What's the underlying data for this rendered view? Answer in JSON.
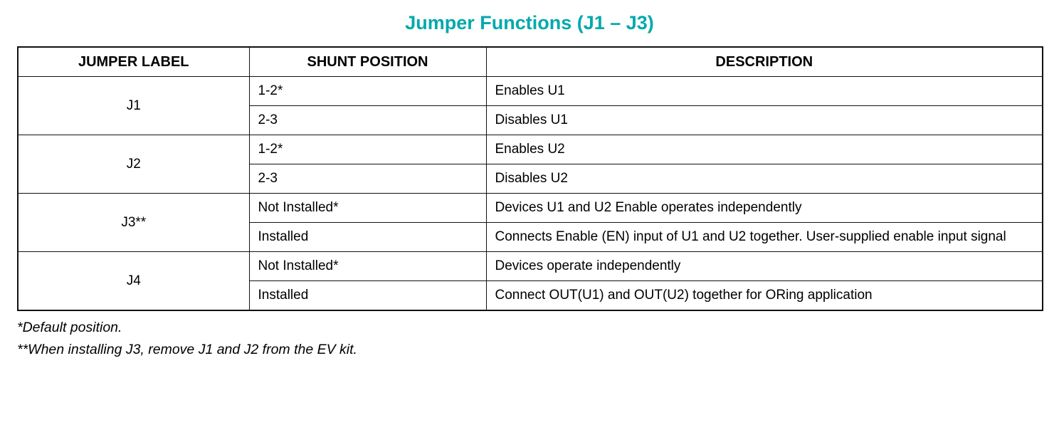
{
  "title": "Jumper Functions (J1 – J3)",
  "colors": {
    "title_accent": "#00A9AC",
    "table_border": "#111111",
    "text": "#000000"
  },
  "table": {
    "headers": [
      "JUMPER LABEL",
      "SHUNT POSITION",
      "DESCRIPTION"
    ],
    "groups": [
      {
        "label": "J1",
        "rows": [
          {
            "shunt": "1-2*",
            "desc": "Enables U1"
          },
          {
            "shunt": "2-3",
            "desc": "Disables U1"
          }
        ]
      },
      {
        "label": "J2",
        "rows": [
          {
            "shunt": "1-2*",
            "desc": "Enables U2"
          },
          {
            "shunt": "2-3",
            "desc": "Disables U2"
          }
        ]
      },
      {
        "label": "J3**",
        "rows": [
          {
            "shunt": "Not Installed*",
            "desc": "Devices U1 and U2 Enable operates independently"
          },
          {
            "shunt": "Installed",
            "desc": "Connects Enable (EN) input of U1 and U2 together. User-supplied enable input signal"
          }
        ]
      },
      {
        "label": "J4",
        "rows": [
          {
            "shunt": "Not Installed*",
            "desc": "Devices operate independently"
          },
          {
            "shunt": "Installed",
            "desc": "Connect OUT(U1) and OUT(U2) together for ORing application"
          }
        ]
      }
    ]
  },
  "footnotes": [
    "*Default position.",
    "**When installing J3, remove J1 and J2 from the EV kit."
  ]
}
